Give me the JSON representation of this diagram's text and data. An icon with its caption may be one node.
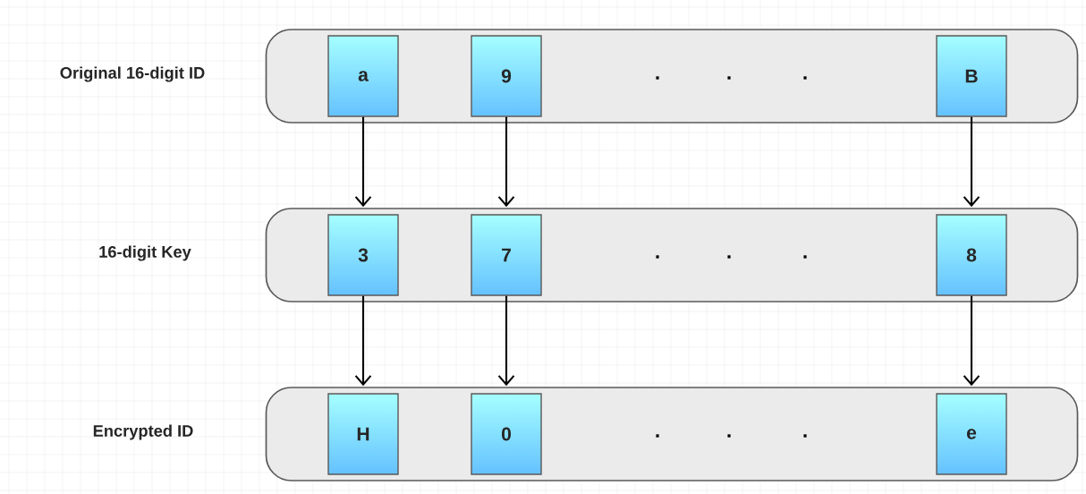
{
  "diagram": {
    "nodes": [
      {
        "text": [
          "Original 16-digit ID"
        ]
      },
      {
        "text": [
          "a"
        ],
        "in": 0
      },
      {
        "text": [
          "9"
        ],
        "in": 0
      },
      {
        "text": [
          "B"
        ],
        "in": 0
      },
      {
        "text": [
          "16-digit Key"
        ]
      },
      {
        "text": [
          "3"
        ],
        "in": 4
      },
      {
        "text": [
          "7"
        ],
        "in": 4
      },
      {
        "text": [
          "8"
        ],
        "in": 4
      },
      {
        "text": [
          "Encrypted ID"
        ]
      },
      {
        "text": [
          "H"
        ],
        "in": 8
      },
      {
        "text": [
          "0"
        ],
        "in": 8
      },
      {
        "text": [
          "e"
        ],
        "in": 8
      }
    ],
    "edges": [
      {
        "from": 1,
        "to": 5,
        "arrow": "to"
      },
      {
        "from": 2,
        "to": 6,
        "arrow": "to"
      },
      {
        "from": 3,
        "to": 7,
        "arrow": "to"
      },
      {
        "from": 5,
        "to": 9,
        "arrow": "to"
      },
      {
        "from": 6,
        "to": 10,
        "arrow": "to"
      },
      {
        "from": 7,
        "to": 11,
        "arrow": "to"
      }
    ],
    "labels": [
      ".",
      ".",
      ".",
      ".",
      ".",
      ".",
      ".",
      ".",
      "."
    ]
  }
}
